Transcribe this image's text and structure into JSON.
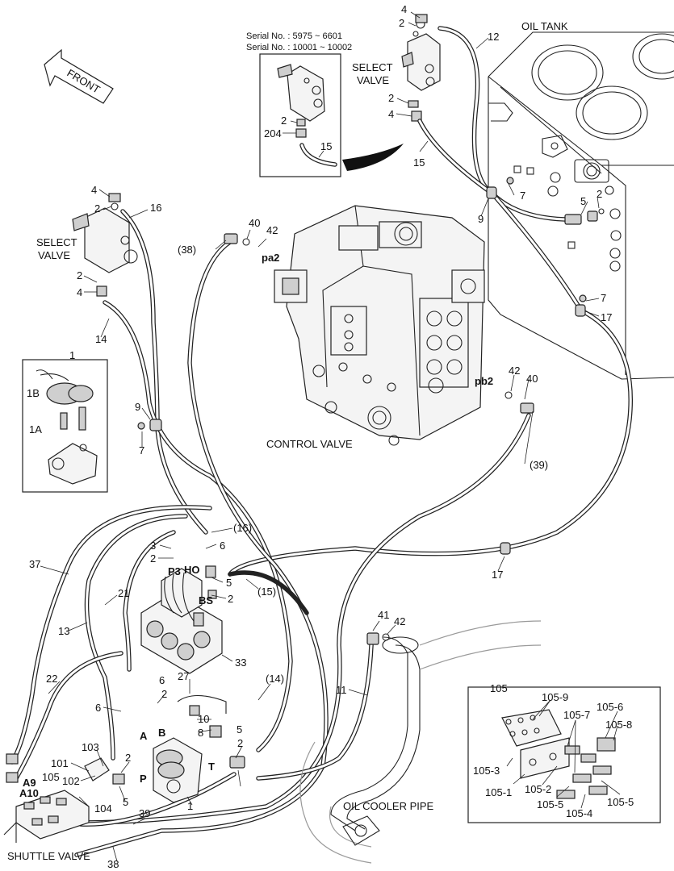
{
  "labels": {
    "oil_tank": "OIL TANK",
    "front": "FRONT",
    "serial_1": "Serial No. : 5975 ~ 6601",
    "serial_2": "Serial No. : 10001 ~ 10002",
    "select_valve_top_1": "SELECT",
    "select_valve_top_2": "VALVE",
    "select_valve_left_1": "SELECT",
    "select_valve_left_2": "VALVE",
    "control_valve": "CONTROL VALVE",
    "oil_cooler_pipe": "OIL COOLER PIPE",
    "shuttle_valve": "SHUTTLE VALVE",
    "pa2": "pa2",
    "pb2": "pb2",
    "p3": "P3",
    "ho": "HO",
    "bs": "BS",
    "a": "A",
    "b": "B",
    "p": "P",
    "t": "T",
    "a9": "A9",
    "a10": "A10"
  },
  "callouts": {
    "c_4_top": "4",
    "c_2_top": "2",
    "c_12": "12",
    "c_2_mid": "2",
    "c_4_mid": "4",
    "c_15_top": "15",
    "c_204": "204",
    "c_2_inset": "2",
    "c_15_inset": "15",
    "c_7_tank": "7",
    "c_9_tank": "9",
    "c_5_tank": "5",
    "c_2_tank": "2",
    "c_7_tank2": "7",
    "c_17_tank": "17",
    "c_4_left": "4",
    "c_2_left": "2",
    "c_16": "16",
    "c_2_left2": "2",
    "c_4_left2": "4",
    "c_14": "14",
    "c_1": "1",
    "c_1b": "1B",
    "c_1a": "1A",
    "c_9_left": "9",
    "c_7_left": "7",
    "c_38_top": "(38)",
    "c_40_top": "40",
    "c_42_top": "42",
    "c_42_right": "42",
    "c_40_right": "40",
    "c_39_right": "(39)",
    "c_16_mid": "(16)",
    "c_3": "3",
    "c_6_mid": "6",
    "c_2_mid2": "2",
    "c_5_mid": "5",
    "c_2_mid3": "2",
    "c_15_mid": "(15)",
    "c_17_mid": "17",
    "c_37": "37",
    "c_21": "21",
    "c_13": "13",
    "c_33": "33",
    "c_27": "27",
    "c_22": "22",
    "c_6_low": "6",
    "c_6_low2": "6",
    "c_2_low": "2",
    "c_10": "10",
    "c_8": "8",
    "c_14_low": "(14)",
    "c_11": "11",
    "c_41": "41",
    "c_42_low": "42",
    "c_103": "103",
    "c_101": "101",
    "c_102": "102",
    "c_105_left": "105",
    "c_2_low2": "2",
    "c_5_low": "5",
    "c_104": "104",
    "c_2_low3": "2",
    "c_5_low2": "5",
    "c_1_low": "1",
    "c_39_low": "39",
    "c_38_low": "38",
    "c_105": "105",
    "c_105_9": "105-9",
    "c_105_6": "105-6",
    "c_105_7": "105-7",
    "c_105_8": "105-8",
    "c_105_3": "105-3",
    "c_105_1": "105-1",
    "c_105_2": "105-2",
    "c_105_5a": "105-5",
    "c_105_5b": "105-5",
    "c_105_4": "105-4"
  }
}
